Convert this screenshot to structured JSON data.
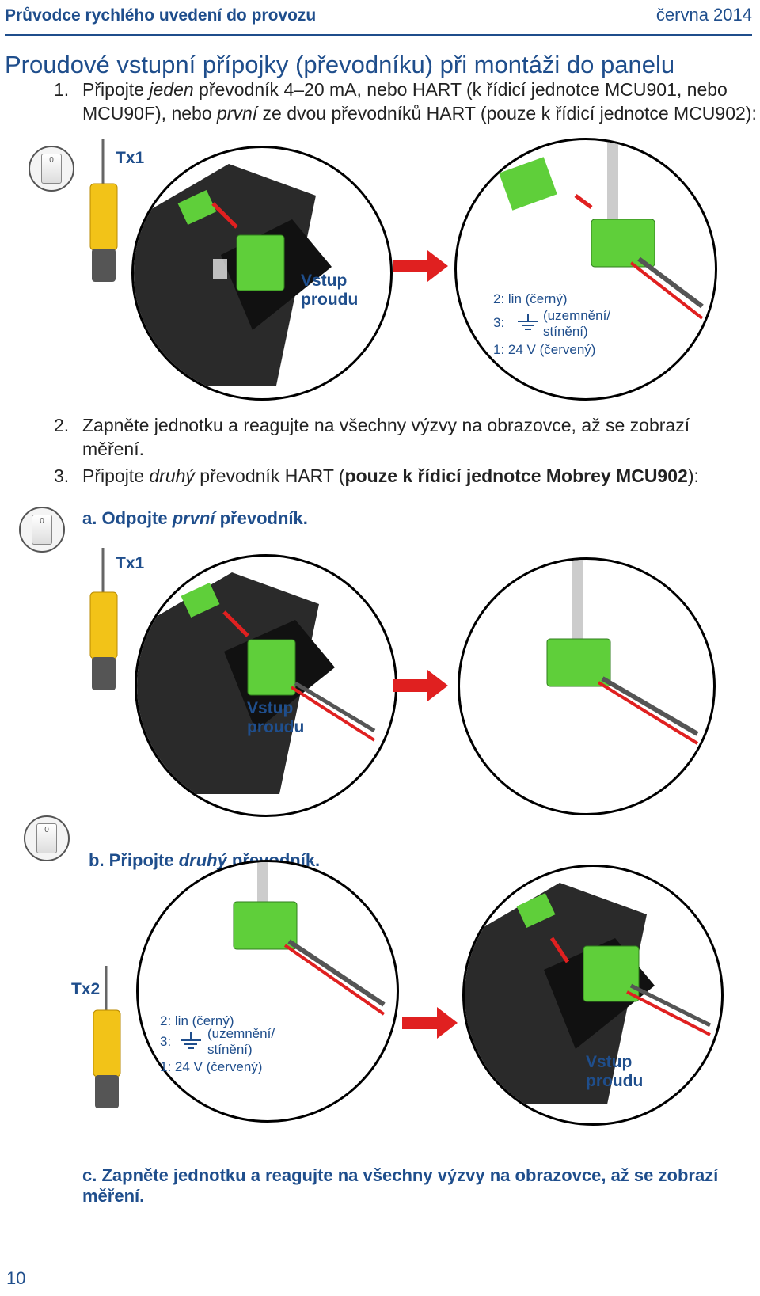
{
  "header": {
    "left": "Průvodce rychlého uvedení do provozu",
    "right": "června 2014"
  },
  "section_title": "Proudové vstupní přípojky (převodníku) při montáži do panelu",
  "step1": {
    "num": "1.",
    "line1_a": "Připojte ",
    "line1_em": "jeden",
    "line1_b": " převodník 4–20 mA, nebo HART (k řídicí jednotce MCU901, nebo",
    "line2_a": "MCU90F), nebo ",
    "line2_em": "první",
    "line2_b": " ze dvou převodníků HART (pouze k řídicí jednotce MCU902):"
  },
  "step2": {
    "num": "2.",
    "text1": "Zapněte jednotku a reagujte na všechny výzvy na obrazovce, až se zobrazí",
    "text2": "měření."
  },
  "step3": {
    "num": "3.",
    "text_a": "Připojte ",
    "text_em": "druhý",
    "text_b": " převodník HART (",
    "text_bold": "pouze k řídicí jednotce Mobrey MCU902",
    "text_c": "):"
  },
  "sub_a": {
    "a": "a. Odpojte ",
    "em": "první",
    "b": " převodník."
  },
  "sub_b": {
    "a": "b. Připojte ",
    "em": "druhý",
    "b": " převodník."
  },
  "sub_c": {
    "line1": "c. Zapněte jednotku a reagujte na všechny výzvy na obrazovce, až se zobrazí",
    "line2": "měření."
  },
  "tx1": "Tx1",
  "tx2": "Tx2",
  "current_input": {
    "line1": "Vstup",
    "line2": "proudu"
  },
  "wires": {
    "w2": "2: lin (černý)",
    "w3_num": "3:",
    "w3_a": "(uzemnění/",
    "w3_b": "stínění)",
    "w1": "1: 24 V (červený)"
  },
  "button_key": "0",
  "page_number": "10",
  "colors": {
    "brand_blue": "#1f4e8c",
    "arrow_red": "#e02020",
    "terminal_green": "#5fcf3a",
    "sensor_yellow": "#f2c318"
  }
}
